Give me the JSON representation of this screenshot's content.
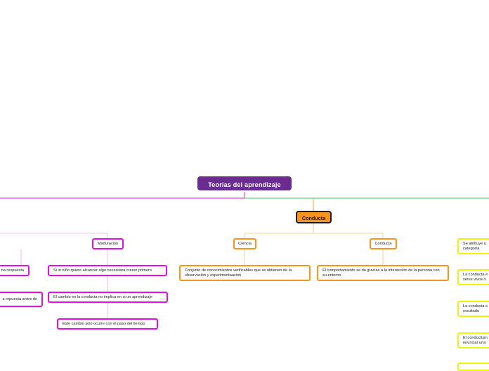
{
  "colors": {
    "root": "#6a2c91",
    "conducta_branch": "#f7941d",
    "magenta_branch": "#e60ee6",
    "yellow_branch": "#f2f20c",
    "right_line": "#39d353"
  },
  "root": {
    "label": "Teorias del aprendizaje"
  },
  "conducta": {
    "label": "Conducta",
    "ciencia": {
      "label": "Ciencia",
      "detail": "Conjunto de conocimientos verificables que se obtienen de la observación y experimentaacion"
    },
    "conducta_sub": {
      "label": "Conducta",
      "detail": "El comportamiento se da gracias a la interacción de la persona con su entorno"
    }
  },
  "maduracion": {
    "label": "Maduracion",
    "items": [
      "Si in niño quiere alcanzar algo necesitara crecer primero",
      "El cambio en la conducta no implica en si un aprendizaje",
      "Este cambio solo ocurre con el paso del tiempo"
    ]
  },
  "left_partial": [
    "na respuesta",
    "a repuesta antes de"
  ],
  "right_partial": [
    "Se atribuye u categoría",
    "La conducta e seres vivos o",
    "La conducta s resultado",
    "El conductism enunciar una"
  ]
}
